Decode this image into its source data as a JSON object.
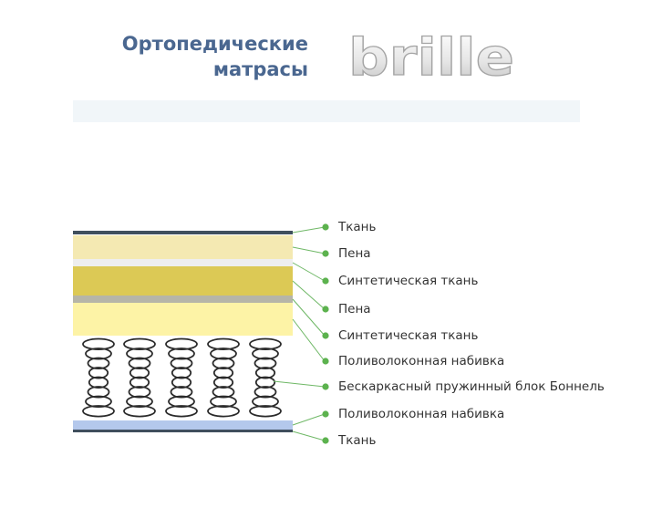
{
  "header": {
    "title_line1": "Ортопедические",
    "title_line2": "матрасы",
    "logo_text": "brille"
  },
  "layers": [
    {
      "label": "Ткань"
    },
    {
      "label": "Пена"
    },
    {
      "label": "Синтетическая ткань"
    },
    {
      "label": "Пена"
    },
    {
      "label": "Синтетическая ткань"
    },
    {
      "label": "Поливолоконная набивка"
    },
    {
      "label": "Бескаркасный пружинный блок Боннель"
    },
    {
      "label": "Поливолоконная набивка"
    },
    {
      "label": "Ткань"
    }
  ],
  "colors": {
    "title": "#4a6790",
    "dot": "#5cb24e",
    "leader": "#6fb866",
    "fabric": "#3f4f5d",
    "foam1": "#f4e9b2",
    "synthetic1": "#dcc955",
    "foam2": "#fdf3a6",
    "spring": "#2b2b2b",
    "bottom_fill": "#b4c8ec"
  }
}
